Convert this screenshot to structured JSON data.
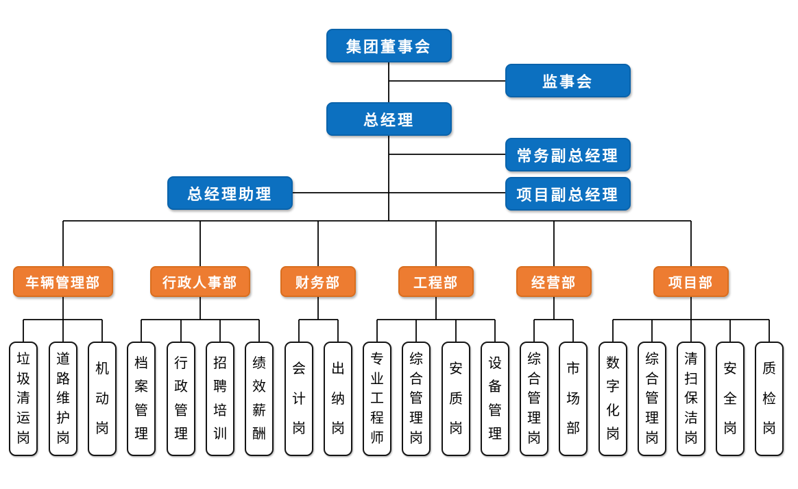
{
  "top_nodes": {
    "board": "集团董事会",
    "supervisory": "监事会",
    "general_manager": "总经理",
    "executive_deputy_gm": "常务副总经理",
    "gm_assistant": "总经理助理",
    "project_deputy_gm": "项目副总经理"
  },
  "departments": [
    {
      "label": "车辆管理部",
      "positions": [
        "垃圾清运岗",
        "道路维护岗",
        "机动岗"
      ]
    },
    {
      "label": "行政人事部",
      "positions": [
        "档案管理",
        "行政管理",
        "招聘培训",
        "绩效薪酬"
      ]
    },
    {
      "label": "财务部",
      "positions": [
        "会计岗",
        "出纳岗"
      ]
    },
    {
      "label": "工程部",
      "positions": [
        "专业工程师",
        "综合管理岗",
        "安质岗",
        "设备管理"
      ]
    },
    {
      "label": "经营部",
      "positions": [
        "综合管理岗",
        "市场部"
      ]
    },
    {
      "label": "项目部",
      "positions": [
        "数字化岗",
        "综合管理岗",
        "清扫保洁岗",
        "安全岗",
        "质检岗"
      ]
    }
  ],
  "colors": {
    "blue": "#0C70C0",
    "blue_border": "#0A63AB",
    "orange": "#ED7C31",
    "orange_border": "#D96E1F",
    "line": "#000000",
    "position_border": "#141414",
    "background": "#FFFFFF"
  }
}
